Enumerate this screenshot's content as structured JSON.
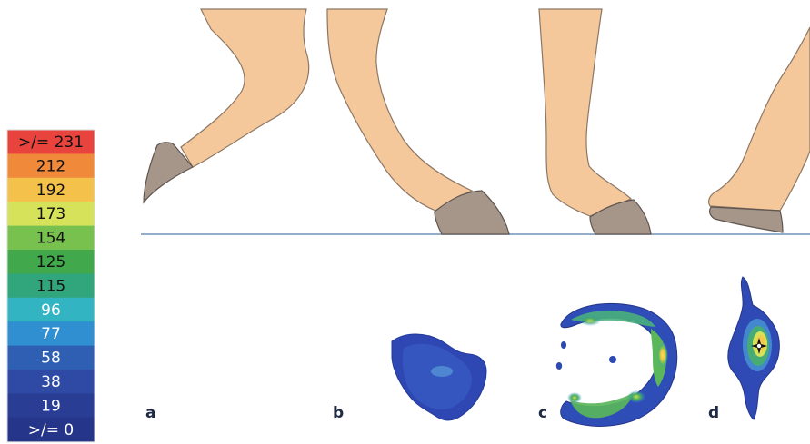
{
  "legend": {
    "entries": [
      {
        "label": ">/= 231",
        "color": "#e8433c"
      },
      {
        "label": "212",
        "color": "#f08a3a"
      },
      {
        "label": "192",
        "color": "#f4c24a"
      },
      {
        "label": "173",
        "color": "#d6e35a"
      },
      {
        "label": "154",
        "color": "#79c14f"
      },
      {
        "label": "125",
        "color": "#41a94b"
      },
      {
        "label": "115",
        "color": "#31a67c"
      },
      {
        "label": "96",
        "color": "#32b4c2"
      },
      {
        "label": "77",
        "color": "#2f8fd0"
      },
      {
        "label": "58",
        "color": "#2f5fb2"
      },
      {
        "label": "38",
        "color": "#2e4aa4"
      },
      {
        "label": "19",
        "color": "#2a3d95"
      },
      {
        "label": ">/= 0",
        "color": "#25358a"
      }
    ]
  },
  "panels": [
    {
      "label": "a"
    },
    {
      "label": "b"
    },
    {
      "label": "c"
    },
    {
      "label": "d"
    }
  ],
  "colors": {
    "skin": "#f4c89b",
    "hoof": "#a6968a",
    "ground": "#6f93b5",
    "pressure_low": "#2b3fa6",
    "pressure_mid": "#39b07a",
    "pressure_high": "#f0d84c"
  }
}
